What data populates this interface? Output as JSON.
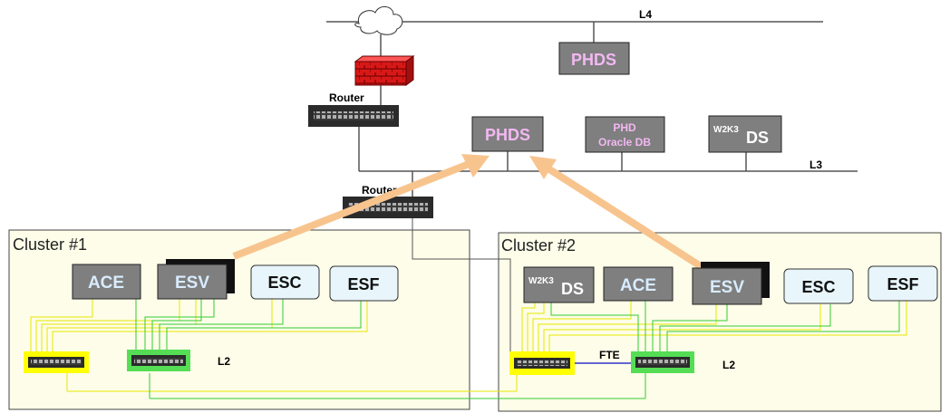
{
  "network": {
    "l4_label": "L4",
    "l3_label": "L3",
    "router_top_label": "Router",
    "router_mid_label": "Router"
  },
  "servers": {
    "phds_top": "PHDS",
    "phds_mid": "PHDS",
    "phd_oracle_line1": "PHD",
    "phd_oracle_line2": "Oracle DB",
    "w2k3_sup": "W2K3",
    "w2k3_main": "DS"
  },
  "cluster1": {
    "title": "Cluster #1",
    "ace": "ACE",
    "esv": "ESV",
    "esc": "ESC",
    "esf": "ESF",
    "l2": "L2"
  },
  "cluster2": {
    "title": "Cluster #2",
    "w2k3_sup": "W2K3",
    "w2k3_main": "DS",
    "ace": "ACE",
    "esv": "ESV",
    "esc": "ESC",
    "esf": "ESF",
    "l2": "L2",
    "fte": "FTE"
  },
  "colors": {
    "cluster_fill": "#fdfde9",
    "dark_box": "#7f7f7f",
    "dark_text": "#d8ecff",
    "light_box": "#e8f6fb",
    "pink_text": "#f2b8f2",
    "arrow": "#f8c48e",
    "yellow": "#ffff00",
    "green": "#33cc33",
    "firewall": "#cc1111",
    "fte_line": "#3333cc"
  }
}
